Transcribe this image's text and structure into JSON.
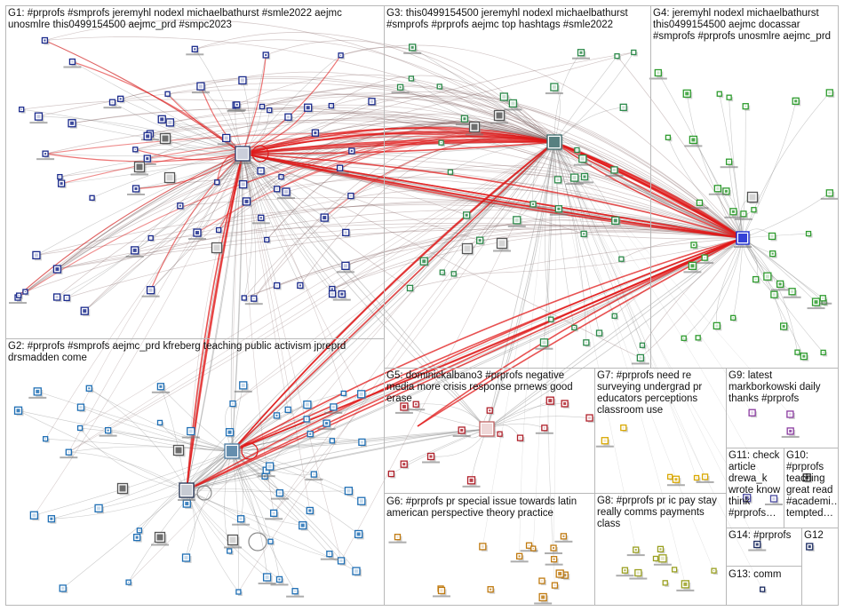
{
  "groups": [
    {
      "id": "G1",
      "label": "G1: #prprofs #smprofs jeremyhl nodexl michaelbathurst #smle2022 aejmc\nunosmlre this0499154500 aejmc_prd #smpc2023",
      "color": "#1a2a8c"
    },
    {
      "id": "G2",
      "label": "G2: #prprofs #smprofs aejmc_prd kfreberg teaching public activism jpreprd\ndrsmadden come",
      "color": "#1f6fb5"
    },
    {
      "id": "G3",
      "label": "G3: this0499154500 jeremyhl nodexl michaelbathurst\n#smprofs #prprofs aejmc top hashtags #smle2022",
      "color": "#2c8a4a"
    },
    {
      "id": "G4",
      "label": "G4: jeremyhl nodexl michaelbathurst\nthis0499154500 aejmc docassar\n#smprofs #prprofs unosmlre aejmc_prd",
      "color": "#2e9c2e"
    },
    {
      "id": "G5",
      "label": "G5: dominickalbano3 #prprofs negative\nmedia more crisis response prnews good\nerase",
      "color": "#b0202a"
    },
    {
      "id": "G6",
      "label": "G6: #prprofs pr special issue towards latin\namerican perspective theory practice",
      "color": "#c07a10"
    },
    {
      "id": "G7",
      "label": "G7: #prprofs need re\nsurveying undergrad pr\neducators perceptions\nclassroom use",
      "color": "#d9a800"
    },
    {
      "id": "G8",
      "label": "G8: #prprofs pr ic pay stay\nreally comms payments\nclass",
      "color": "#9aa020"
    },
    {
      "id": "G9",
      "label": "G9: latest\nmarkborkowski daily\nthanks #prprofs",
      "color": "#8a3aa0"
    },
    {
      "id": "G10",
      "label": "G10:\n#prprofs\nteaching\ngreat read\n#academi…\ntempted…",
      "color": "#333333"
    },
    {
      "id": "G11",
      "label": "G11: check\narticle\ndrewa_k\nwrote know\nthink\n#prprofs…",
      "color": "#4a4aa0"
    },
    {
      "id": "G12",
      "label": "G12",
      "color": "#1a2a60"
    },
    {
      "id": "G13",
      "label": "G13: comm",
      "color": "#1a2a60"
    },
    {
      "id": "G14",
      "label": "G14: #prprofs",
      "color": "#1a2a60"
    }
  ],
  "hubs": [
    {
      "id": "jeremyhl",
      "group": "G1"
    },
    {
      "id": "michaelbathurst",
      "group": "G3"
    },
    {
      "id": "this0499154500",
      "group": "G4"
    },
    {
      "id": "kfreberg",
      "group": "G2"
    },
    {
      "id": "aejmc_prd",
      "group": "G2"
    },
    {
      "id": "dominickalbano3",
      "group": "G5"
    }
  ],
  "colors": {
    "edge_gray": "#8a8a8a",
    "edge_dark": "#7a5a5a",
    "edge_red": "#e01818",
    "panel_border": "#b8b8b8"
  }
}
